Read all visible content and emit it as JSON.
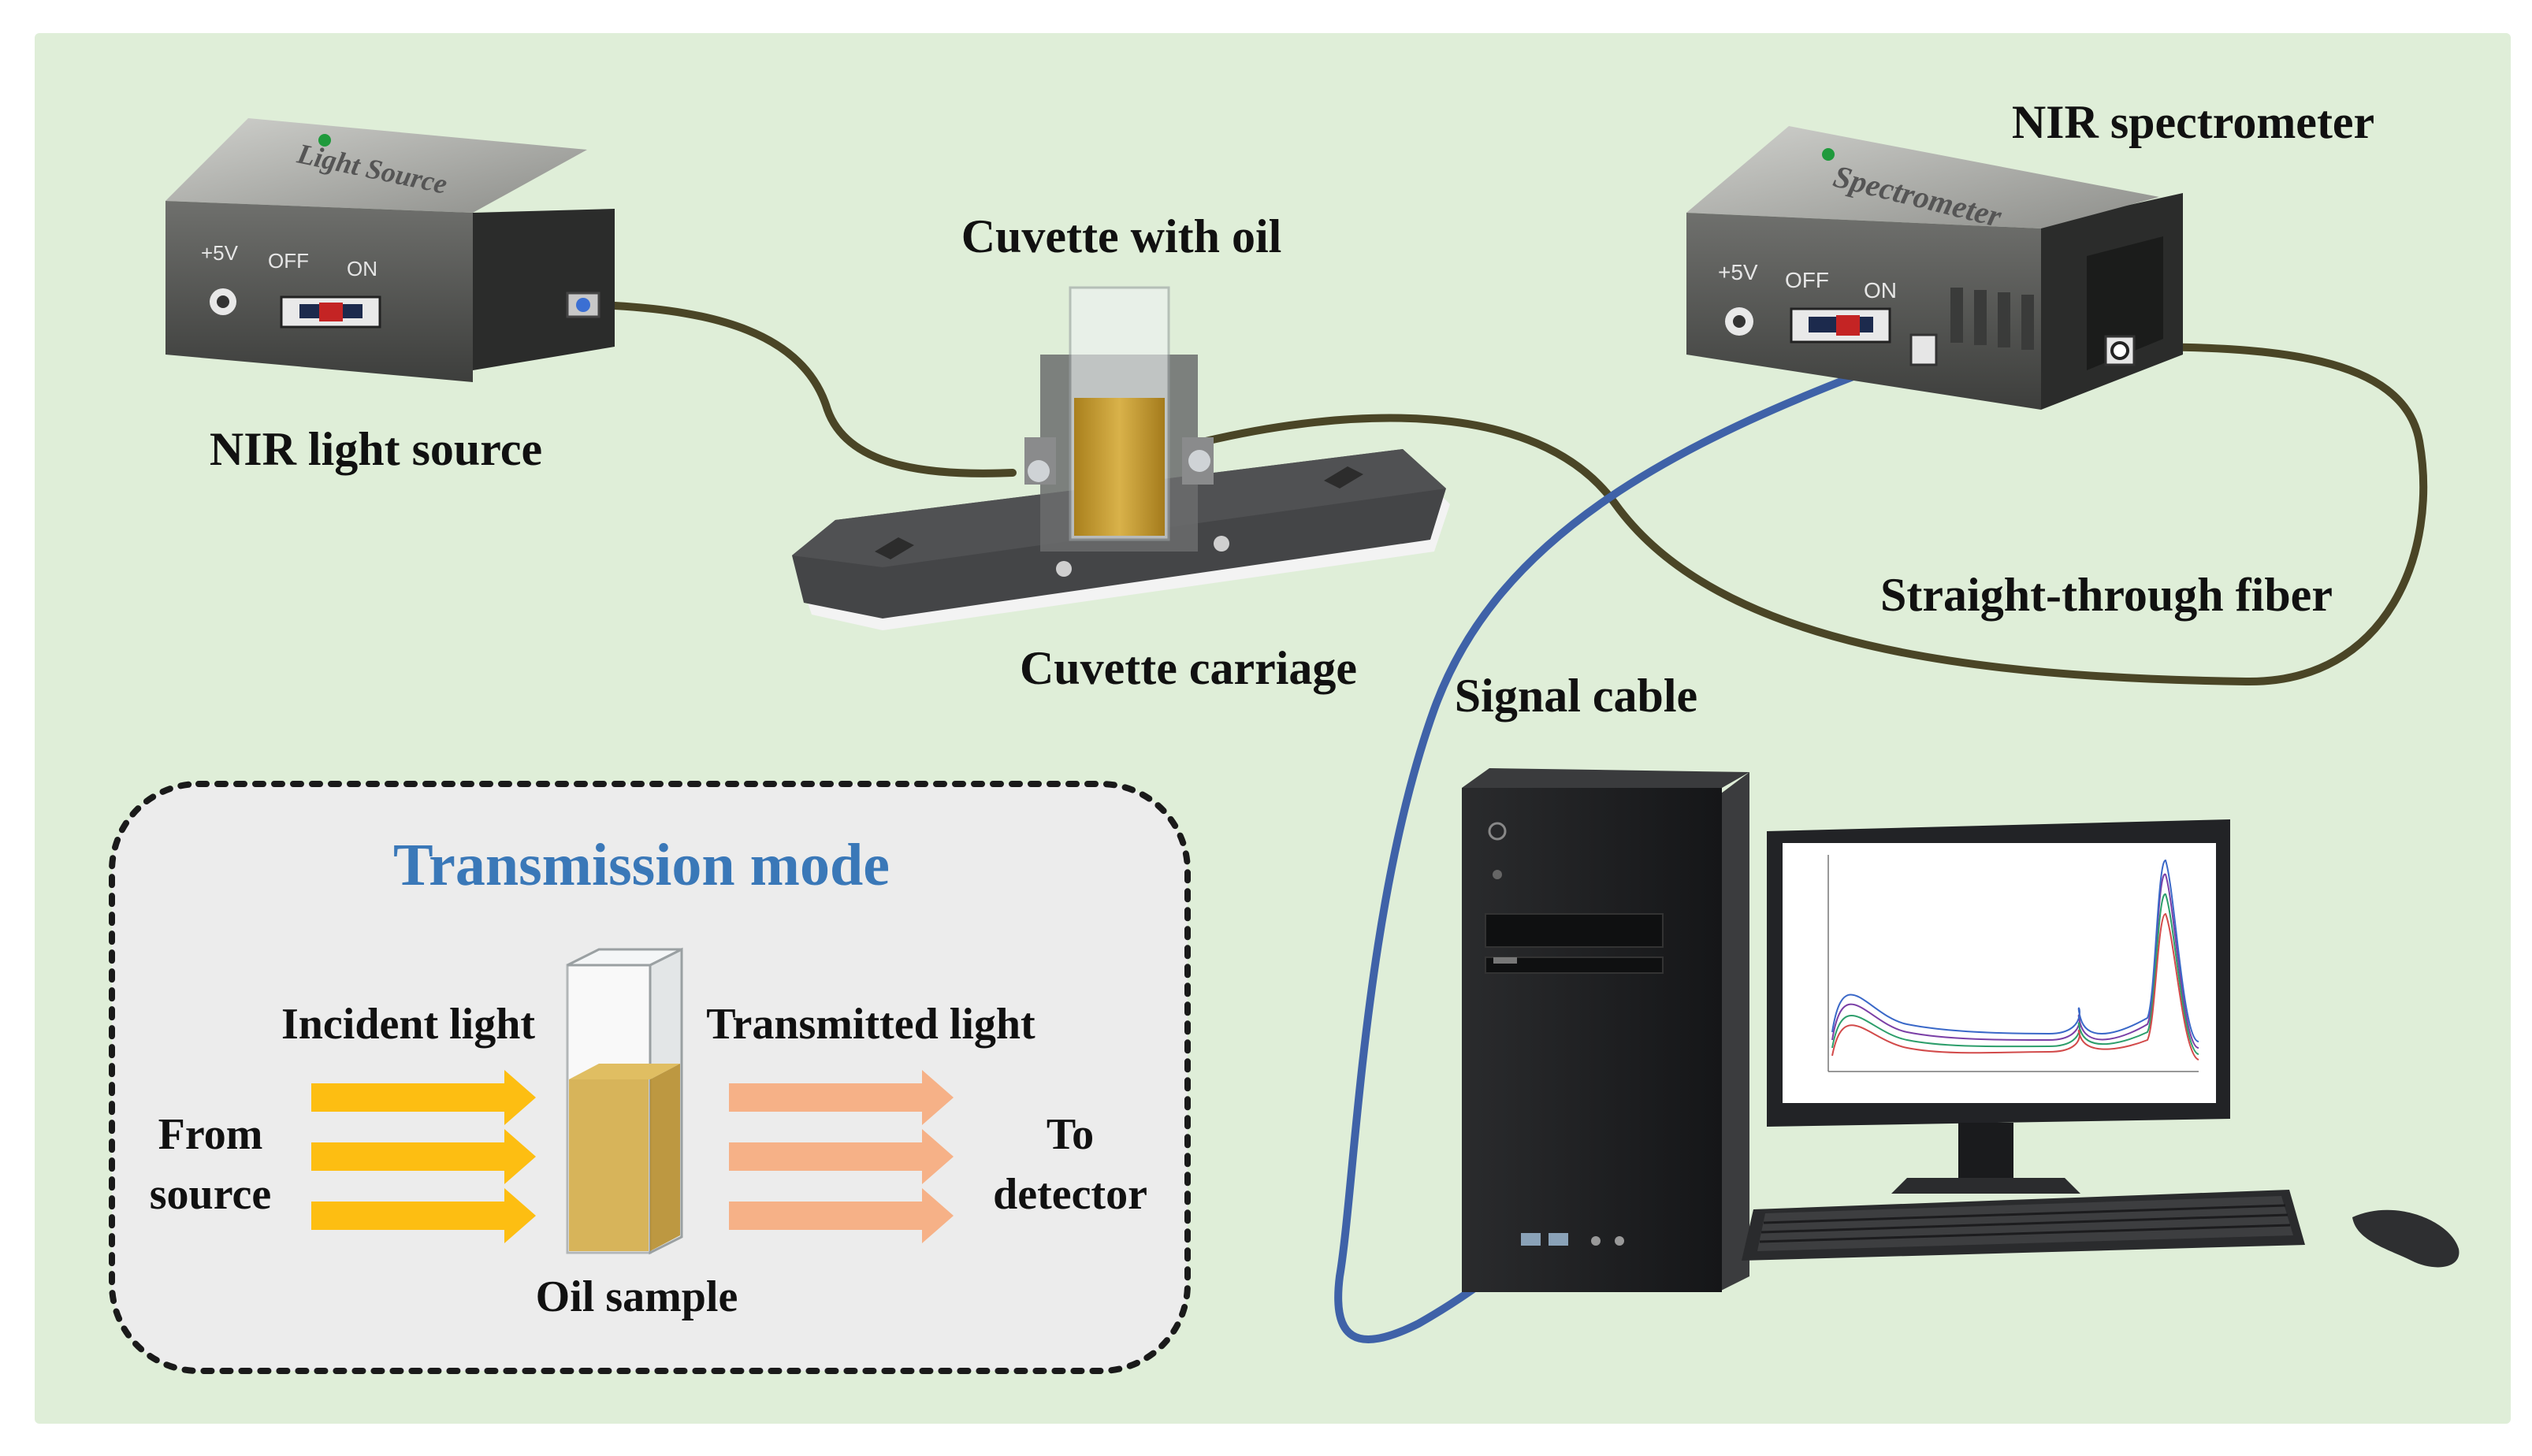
{
  "labels": {
    "light_source": "NIR light source",
    "cuvette": "Cuvette with oil",
    "carriage": "Cuvette carriage",
    "spectrometer": "NIR spectrometer",
    "fiber": "Straight-through fiber",
    "signal_cable": "Signal cable"
  },
  "device_panels": {
    "light_source": {
      "top": "Light Source",
      "voltage": "+5V",
      "off": "OFF",
      "on": "ON"
    },
    "spectrometer": {
      "top": "Spectrometer",
      "voltage": "+5V",
      "off": "OFF",
      "on": "ON"
    }
  },
  "inset": {
    "title": "Transmission mode",
    "incident": "Incident light",
    "transmitted": "Transmitted light",
    "from_source": [
      "From",
      "source"
    ],
    "to_detector": [
      "To",
      "detector"
    ],
    "oil_sample": "Oil sample"
  },
  "colors": {
    "background": "#dfeed8",
    "inset_title": "#3a78b8",
    "incident_arrow": "#fdbe12",
    "transmitted_arrow": "#f6b187",
    "oil": "#c9a032",
    "fiber": "#4a4526",
    "signal_cable": "#3f62a8"
  }
}
